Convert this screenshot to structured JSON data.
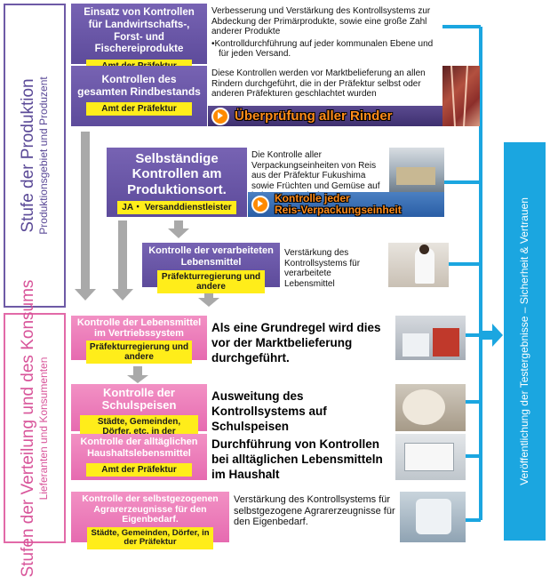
{
  "stages": {
    "production": {
      "main": "Stufe der Produktion",
      "sub": "Produktionsgebiet und Produzent"
    },
    "distribution": {
      "main": "Stufen der Verteilung und des Konsums",
      "sub": "Lieferanten und Konsumenten"
    }
  },
  "sections": [
    {
      "title": "Einsatz von Kontrollen für Landwirtschafts-, Forst- und Fischereiprodukte",
      "tag": "Amt der Präfektur",
      "desc": "Verbesserung und Verstärkung des Kontrollsystems zur Abdeckung der Primärprodukte, sowie eine große Zahl anderer Produkte",
      "bullet": "•Kontrolldurchführung auf jeder kommunalen Ebene und für jeden Versand."
    },
    {
      "title": "Kontrollen des gesamten Rindbestands",
      "tag": "Amt der Präfektur",
      "desc": "Diese Kontrollen werden vor Marktbelieferung an allen Rindern durchgeführt, die in der Präfektur selbst oder anderen Präfekturen geschlachtet wurden",
      "banner": "Überprüfung aller Rinder"
    },
    {
      "title": "Selbständige Kontrollen am Produktionsort.",
      "tag": "JA・ Versanddienstleister",
      "desc": "Die Kontrolle aller Verpackungseinheiten von Reis aus der Präfektur Fukushima sowie Früchten und Gemüse auf jedem Bauernhof.",
      "banner_line1": "Kontrolle jeder",
      "banner_line2": "Reis-Verpackungseinheit"
    },
    {
      "title": "Kontrolle der verarbeiteten Lebensmittel",
      "tag": "Präfekturregierung und andere",
      "desc": "Verstärkung des Kontrollsystems für verarbeitete Lebensmittel"
    },
    {
      "title": "Kontrolle der Lebensmittel im Vertriebssystem",
      "tag": "Präfekturregierung und andere",
      "desc": "Als eine Grundregel wird dies vor der Marktbelieferung durchgeführt."
    },
    {
      "title": "Kontrolle der Schulspeisen",
      "tag": "Städte, Gemeinden, Dörfer, etc. in der Präfektur",
      "desc": "Ausweitung des Kontrollsystems auf Schulspeisen"
    },
    {
      "title": "Kontrolle der alltäglichen Haushaltslebensmittel",
      "tag": "Amt der Präfektur",
      "desc": "Durchführung von Kontrollen bei alltäglichen Lebensmitteln im Haushalt"
    },
    {
      "title": "Kontrolle der selbstgezogenen Agrarerzeugnisse für den Eigenbedarf.",
      "tag": "Städte, Gemeinden, Dörfer, in der Präfektur",
      "desc": "Verstärkung des Kontrollsystems für selbstgezogene Agrarerzeugnisse für den Eigenbedarf."
    }
  ],
  "publication": "Veröffentlichung der Testergebnisse – Sicherheit & Vertrauen",
  "colors": {
    "purple": "#6e5aa6",
    "pink": "#e66ab0",
    "yellow": "#ffed1a",
    "blue": "#1ba6e0",
    "arrow_gray": "#a9a9a9",
    "banner_orange": "#ff8c1a"
  }
}
